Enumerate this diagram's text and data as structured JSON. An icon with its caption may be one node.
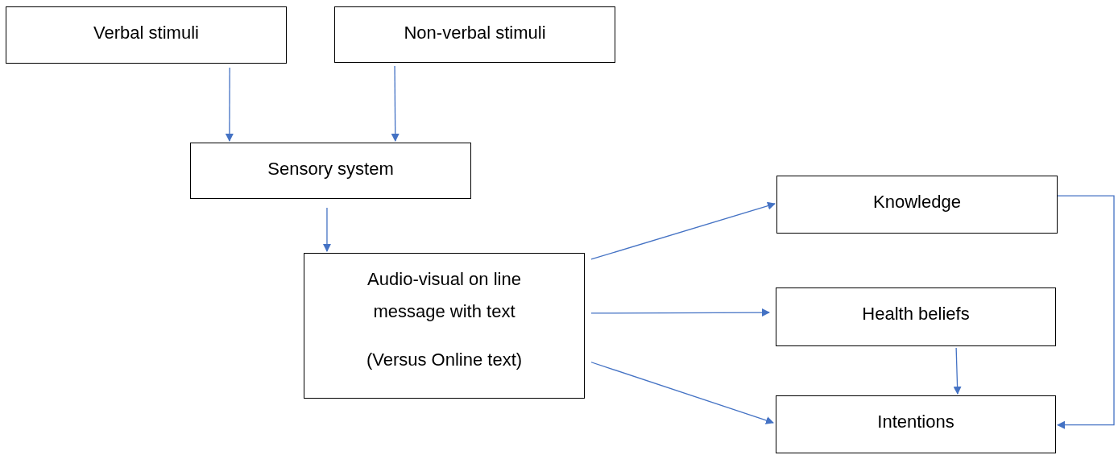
{
  "diagram": {
    "nodes": [
      {
        "text": [
          "Verbal stimuli"
        ]
      },
      {
        "text": [
          "Non-verbal stimuli"
        ]
      },
      {
        "text": [
          "Sensory system"
        ]
      },
      {
        "text": [
          "Audio-visual on line message with text",
          "(Versus Online text)"
        ]
      },
      {
        "text": [
          "Knowledge"
        ]
      },
      {
        "text": [
          "Health beliefs"
        ]
      },
      {
        "text": [
          "Intentions"
        ]
      }
    ],
    "edges": [
      {
        "from": 0,
        "to": 2,
        "arrow": "to"
      },
      {
        "from": 1,
        "to": 2,
        "arrow": "to"
      },
      {
        "from": 2,
        "to": 3,
        "arrow": "to"
      },
      {
        "from": 3,
        "to": 4,
        "arrow": "to"
      },
      {
        "from": 3,
        "to": 5,
        "arrow": "to"
      },
      {
        "from": 3,
        "to": 6,
        "arrow": "to"
      },
      {
        "from": 5,
        "to": 6,
        "arrow": "to"
      },
      {
        "from": 4,
        "to": 6,
        "arrow": "to"
      }
    ]
  }
}
